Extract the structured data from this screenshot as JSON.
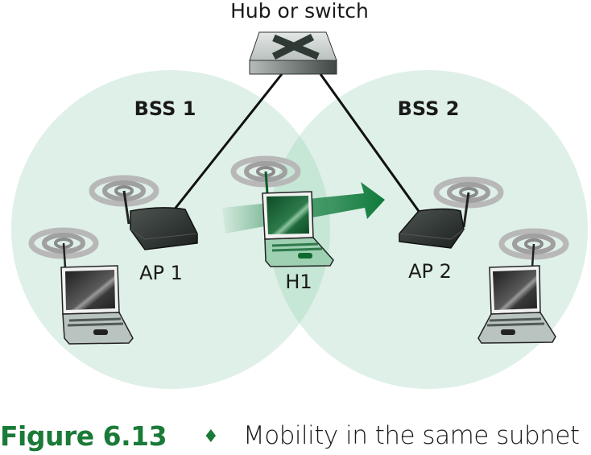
{
  "labels": {
    "hub": "Hub or switch",
    "bss1": "BSS 1",
    "bss2": "BSS 2",
    "ap1": "AP 1",
    "ap2": "AP 2",
    "h1": "H1"
  },
  "caption": {
    "figure": "Figure 6.13",
    "separator": "♦",
    "text": "Mobility in the same subnet"
  },
  "colors": {
    "bss_fill": "#dff0e8",
    "overlap_fill": "#c6e6d6",
    "arrow": "#0f7a3a",
    "caption_accent": "#1a7a37",
    "device_dark": "#2b312e"
  }
}
